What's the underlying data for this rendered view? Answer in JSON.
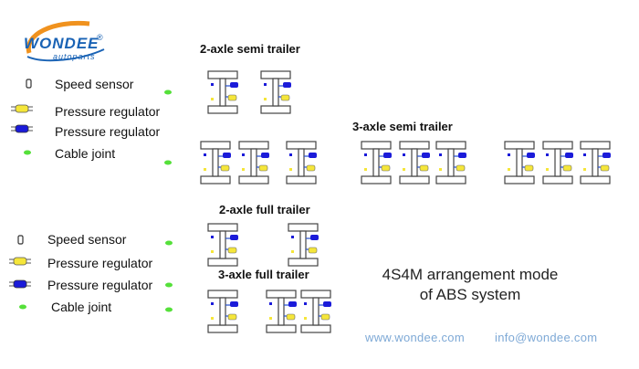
{
  "brand": {
    "name": "WONDEE",
    "sub": "autoparts",
    "reg": "®",
    "color": "#1a63b5",
    "swoosh_color": "#f0921e"
  },
  "legend_top": [
    {
      "icon": "speed-sensor-icon",
      "label": "Speed sensor"
    },
    {
      "icon": "yellow-pressure-regulator-icon",
      "label": "Pressure regulator"
    },
    {
      "icon": "blue-pressure-regulator-icon",
      "label": "Pressure regulator"
    },
    {
      "icon": "cable-joint-icon",
      "label": "Cable joint"
    }
  ],
  "legend_bottom": [
    {
      "icon": "speed-sensor-icon",
      "label": "Speed sensor"
    },
    {
      "icon": "yellow-pressure-regulator-icon",
      "label": "Pressure regulator"
    },
    {
      "icon": "blue-pressure-regulator-icon",
      "label": "Pressure regulator"
    },
    {
      "icon": "cable-joint-icon",
      "label": "Cable joint"
    }
  ],
  "titles": {
    "semi2": "2-axle semi trailer",
    "semi3": "3-axle semi trailer",
    "full2": "2-axle full trailer",
    "full3": "3-axle full trailer"
  },
  "caption": {
    "line1": "4S4M arrangement mode",
    "line2": "of ABS system"
  },
  "footer": {
    "website": "www.wondee.com",
    "email": "info@wondee.com"
  },
  "colors": {
    "yellow": "#f5e63a",
    "blue": "#1b1bd9",
    "green": "#55e03a",
    "axle": "#444444",
    "footer_text": "#7ea9d6"
  }
}
